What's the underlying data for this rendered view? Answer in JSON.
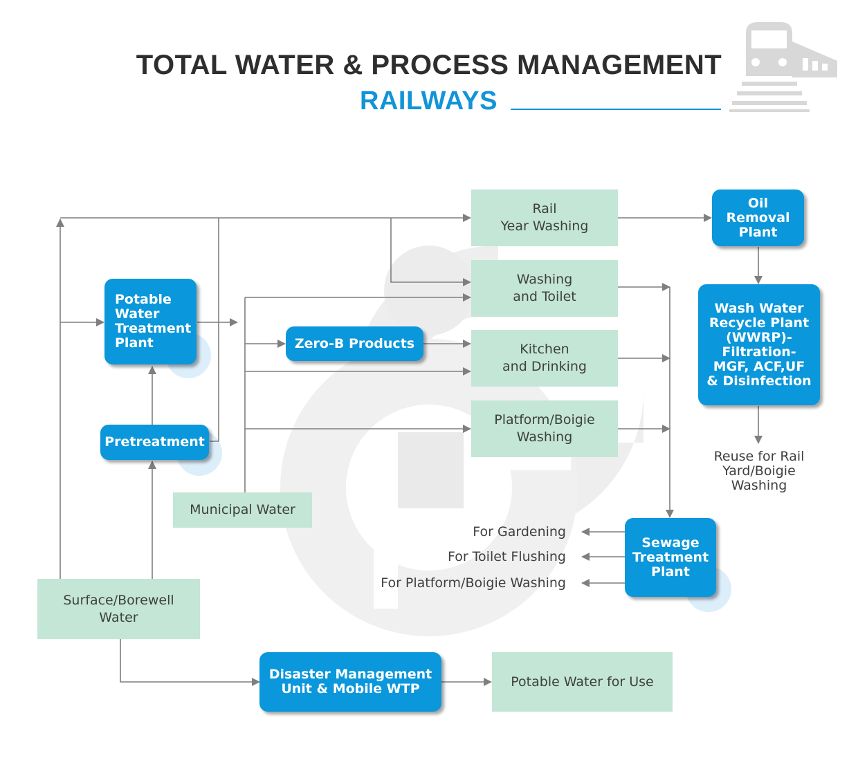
{
  "header": {
    "title": "TOTAL WATER & PROCESS MANAGEMENT",
    "subtitle": "RAILWAYS"
  },
  "icons": {
    "train": "train-icon",
    "watermark": "company-logo-watermark"
  },
  "colors": {
    "process_blue": "#0a97db",
    "output_green": "#c3e6d6",
    "arrow_gray": "#7f7f7f",
    "accent": "#1194d8"
  },
  "nodes": {
    "rail_yard_washing": "Rail\nYear Washing",
    "washing_toilet": "Washing\nand Toilet",
    "kitchen_drinking": "Kitchen\nand Drinking",
    "platform_washing": "Platform/Boigie\nWashing",
    "potable_wtp": "Potable\nWater\nTreatment\nPlant",
    "zero_b": "Zero-B Products",
    "pretreatment": "Pretreatment",
    "municipal_water": "Municipal Water",
    "surface_water": "Surface/Borewell\nWater",
    "disaster_unit": "Disaster Management\nUnit & Mobile WTP",
    "potable_use": "Potable Water for Use",
    "oil_removal": "Oil\nRemoval\nPlant",
    "wwrp": "Wash Water\nRecycle Plant\n(WWRP)-\nFiltration-\nMGF, ACF,UF\n& Disinfection",
    "reuse": "Reuse for Rail\nYard/Boigie\nWashing",
    "stp": "Sewage\nTreatment\nPlant",
    "gardening": "For Gardening",
    "toilet_flushing": "For Toilet Flushing",
    "platform_boigie": "For Platform/Boigie Washing"
  }
}
